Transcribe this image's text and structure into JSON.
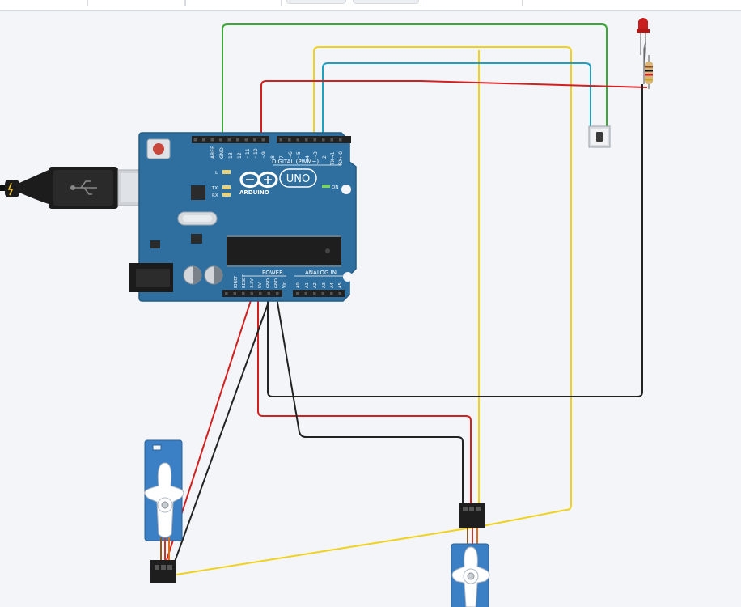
{
  "toolbar": {
    "present": true
  },
  "board": {
    "logo": "ARDUINO",
    "model": "UNO",
    "digital_label": "DIGITAL (PWM~)",
    "power_label": "POWER",
    "analog_label": "ANALOG IN",
    "on_label": "ON",
    "led_l": "L",
    "led_tx": "TX",
    "led_rx": "RX",
    "top_pins": [
      "AREF",
      "GND",
      "13",
      "12",
      "~11",
      "~10",
      "~9",
      "8",
      "7",
      "~6",
      "~5",
      "4",
      "~3",
      "2",
      "TX→1",
      "RX←0"
    ],
    "power_pins": [
      "IOREF",
      "RESET",
      "3.3V",
      "5V",
      "GND",
      "GND",
      "Vin"
    ],
    "analog_pins": [
      "A0",
      "A1",
      "A2",
      "A3",
      "A4",
      "A5"
    ]
  },
  "colors": {
    "board": "#2f6f9f",
    "board_edge": "#245a82",
    "wire_red": "#d21f1f",
    "wire_black": "#222222",
    "wire_green": "#3aa935",
    "wire_yellow": "#f0d21e",
    "wire_cyan": "#1ea0bf",
    "servo_blue": "#3b7fc4",
    "led_red": "#c81e1e"
  }
}
